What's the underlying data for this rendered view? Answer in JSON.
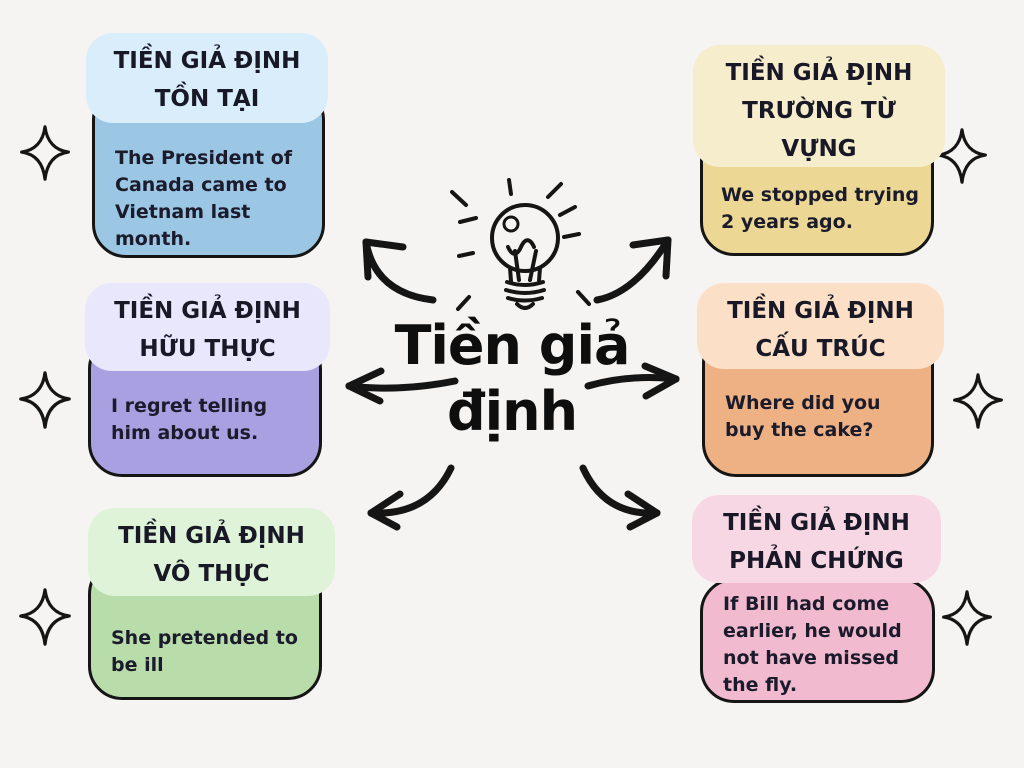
{
  "background": "#f6f4f2",
  "ink": "#151515",
  "center": {
    "title_line1": "Tiền giả",
    "title_line2": "định"
  },
  "cards": [
    {
      "id": "ton-tai",
      "label_lines": [
        "TIỀN GIẢ ĐỊNH",
        "TỒN TẠI"
      ],
      "example": "The President of Canada came to Vietnam last month.",
      "pill_color": "#d9edfb",
      "body_color": "#9bc7e4"
    },
    {
      "id": "huu-thuc",
      "label_lines": [
        "TIỀN GIẢ ĐỊNH",
        "HỮU THỰC"
      ],
      "example": "I regret telling him about us.",
      "pill_color": "#e9e7fc",
      "body_color": "#a9a0e2"
    },
    {
      "id": "vo-thuc",
      "label_lines": [
        "TIỀN GIẢ ĐỊNH",
        "VÔ THỰC"
      ],
      "example": "She pretended to be ill",
      "pill_color": "#def3d7",
      "body_color": "#b9dcab"
    },
    {
      "id": "truong-tu-vung",
      "label_lines": [
        "TIỀN GIẢ ĐỊNH",
        "TRƯỜNG TỪ",
        "VỰNG"
      ],
      "example": "We stopped trying 2 years ago.",
      "pill_color": "#f6edcd",
      "body_color": "#ecd894"
    },
    {
      "id": "cau-truc",
      "label_lines": [
        "TIỀN GIẢ ĐỊNH",
        "CẤU TRÚC"
      ],
      "example": "Where did you buy the cake?",
      "pill_color": "#fbdfc7",
      "body_color": "#eeb184"
    },
    {
      "id": "phan-chung",
      "label_lines": [
        "TIỀN GIẢ ĐỊNH",
        "PHẢN CHỨNG"
      ],
      "example": "If Bill had come earlier, he would not have missed the fly.",
      "pill_color": "#f8d7e5",
      "body_color": "#f2bacf"
    }
  ]
}
